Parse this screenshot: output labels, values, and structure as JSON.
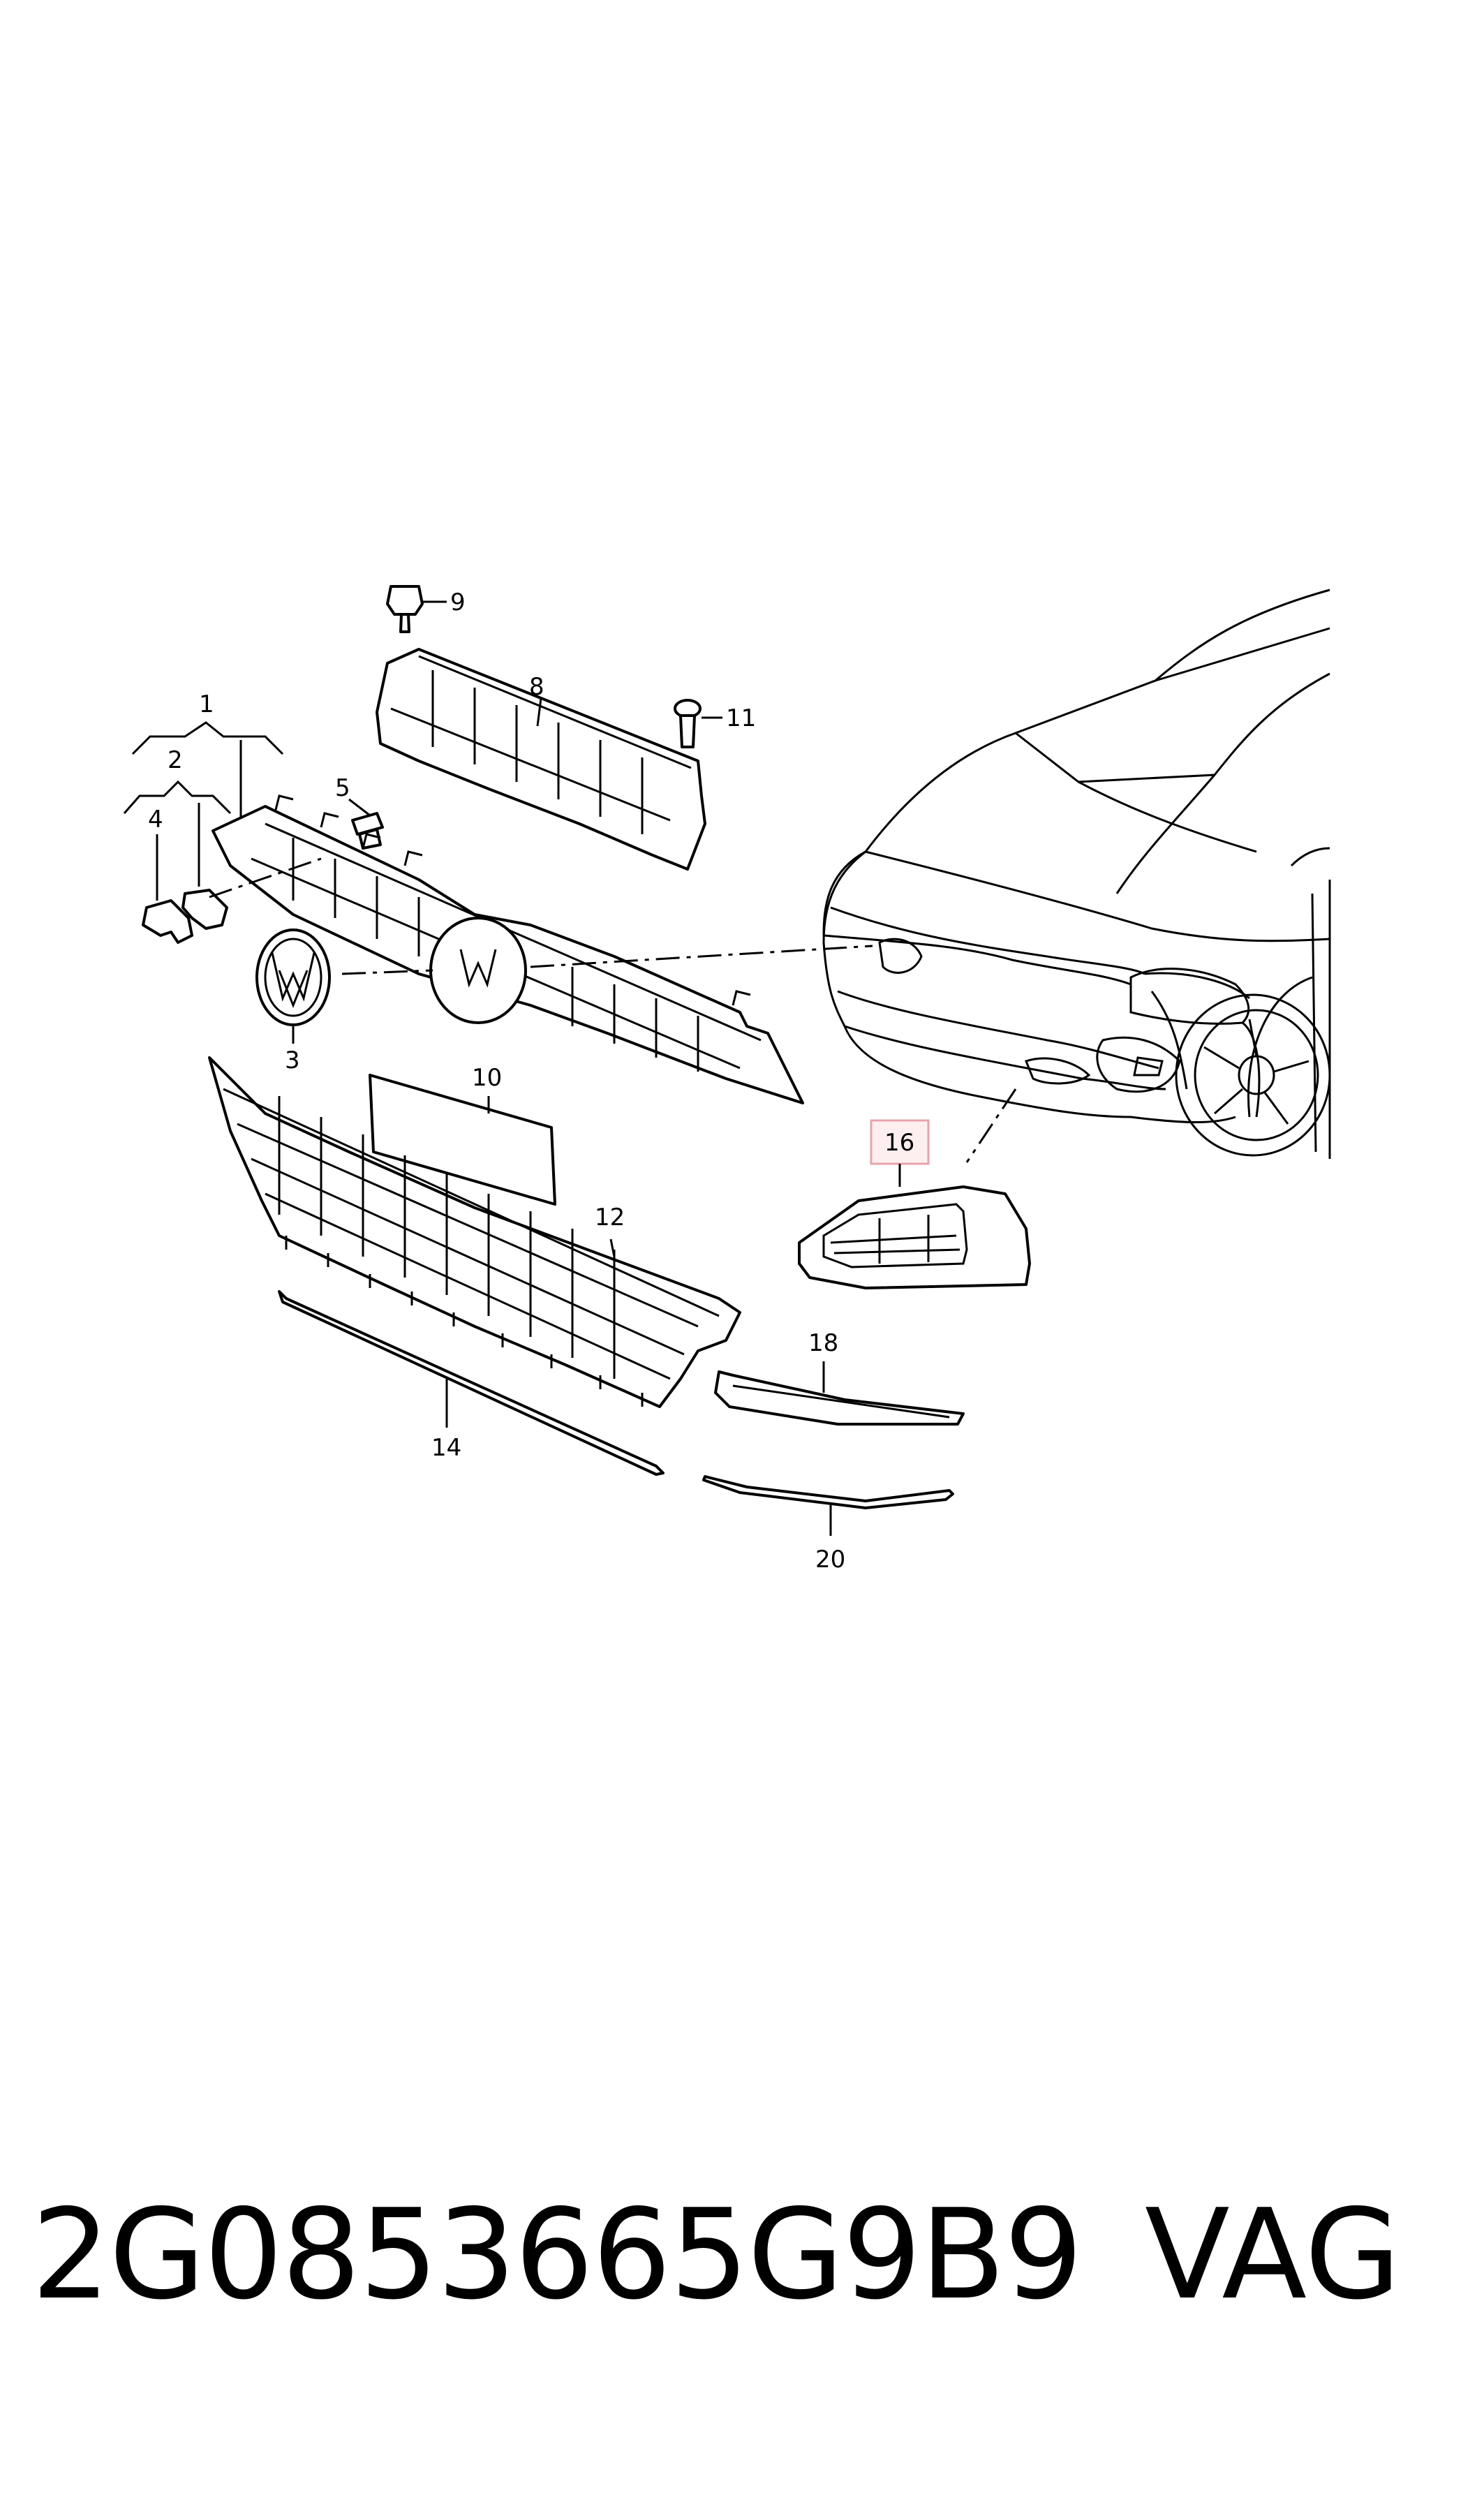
{
  "callouts": {
    "c1": "1",
    "c2": "2",
    "c3": "3",
    "c4": "4",
    "c5": "5",
    "c8": "8",
    "c9": "9",
    "c10": "10",
    "c11": "11",
    "c12": "12",
    "c14": "14",
    "c16": "16",
    "c18": "18",
    "c20": "20"
  },
  "highlight": {
    "callout": "16",
    "color": "#e8a3aa",
    "fill": "#fdeff0"
  },
  "footer": {
    "part_number": "2G0853665G9B9",
    "brand": "VAG"
  }
}
